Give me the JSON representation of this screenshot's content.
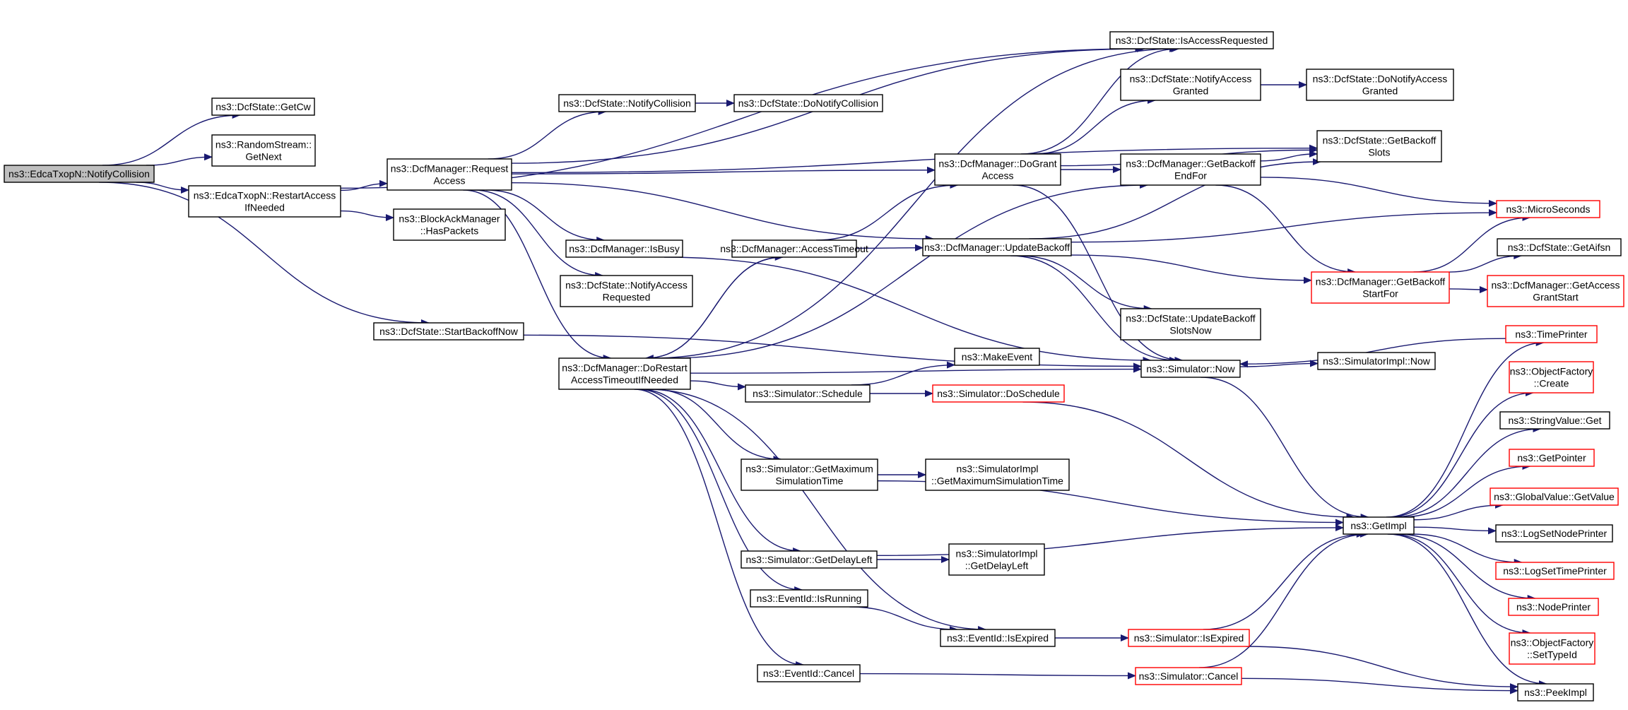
{
  "colors": {
    "edge": "#191970",
    "border": "#000000",
    "truncated_border": "#ff0000",
    "focus_fill": "#bfbfbf",
    "background": "#ffffff"
  },
  "nodes": {
    "edca_notify": {
      "lines": [
        "ns3::EdcaTxopN::NotifyCollision"
      ],
      "style": "focus"
    },
    "getcw": {
      "lines": [
        "ns3::DcfState::GetCw"
      ]
    },
    "rs_getnext": {
      "lines": [
        "ns3::RandomStream::",
        "GetNext"
      ]
    },
    "restart_access": {
      "lines": [
        "ns3::EdcaTxopN::RestartAccess",
        "IfNeeded"
      ]
    },
    "start_backoff": {
      "lines": [
        "ns3::DcfState::StartBackoffNow"
      ]
    },
    "request_access": {
      "lines": [
        "ns3::DcfManager::Request",
        "Access"
      ]
    },
    "hasp": {
      "lines": [
        "ns3::BlockAckManager",
        "::HasPackets"
      ]
    },
    "notify_collision": {
      "lines": [
        "ns3::DcfState::NotifyCollision"
      ]
    },
    "do_notify_collision": {
      "lines": [
        "ns3::DcfState::DoNotifyCollision"
      ]
    },
    "is_busy": {
      "lines": [
        "ns3::DcfManager::IsBusy"
      ]
    },
    "notify_access_req": {
      "lines": [
        "ns3::DcfState::NotifyAccess",
        "Requested"
      ]
    },
    "do_restart": {
      "lines": [
        "ns3::DcfManager::DoRestart",
        "AccessTimeoutIfNeeded"
      ]
    },
    "access_timeout": {
      "lines": [
        "ns3::DcfManager::AccessTimeout"
      ]
    },
    "schedule": {
      "lines": [
        "ns3::Simulator::Schedule"
      ]
    },
    "get_max_sim": {
      "lines": [
        "ns3::Simulator::GetMaximum",
        "SimulationTime"
      ]
    },
    "get_delay_left": {
      "lines": [
        "ns3::Simulator::GetDelayLeft"
      ]
    },
    "is_running": {
      "lines": [
        "ns3::EventId::IsRunning"
      ]
    },
    "cancel": {
      "lines": [
        "ns3::EventId::Cancel"
      ]
    },
    "make_event": {
      "lines": [
        "ns3::MakeEvent"
      ]
    },
    "do_schedule": {
      "lines": [
        "ns3::Simulator::DoSchedule"
      ],
      "style": "truncated"
    },
    "simimpl_max": {
      "lines": [
        "ns3::SimulatorImpl",
        "::GetMaximumSimulationTime"
      ]
    },
    "simimpl_delay": {
      "lines": [
        "ns3::SimulatorImpl",
        "::GetDelayLeft"
      ]
    },
    "eid_expired": {
      "lines": [
        "ns3::EventId::IsExpired"
      ]
    },
    "do_grant": {
      "lines": [
        "ns3::DcfManager::DoGrant",
        "Access"
      ]
    },
    "update_backoff": {
      "lines": [
        "ns3::DcfManager::UpdateBackoff"
      ]
    },
    "is_access_req": {
      "lines": [
        "ns3::DcfState::IsAccessRequested"
      ]
    },
    "notify_granted": {
      "lines": [
        "ns3::DcfState::NotifyAccess",
        "Granted"
      ]
    },
    "getbackoff_end": {
      "lines": [
        "ns3::DcfManager::GetBackoff",
        "EndFor"
      ]
    },
    "update_slots_now": {
      "lines": [
        "ns3::DcfState::UpdateBackoff",
        "SlotsNow"
      ]
    },
    "sim_now": {
      "lines": [
        "ns3::Simulator::Now"
      ]
    },
    "sim_is_expired": {
      "lines": [
        "ns3::Simulator::IsExpired"
      ],
      "style": "truncated"
    },
    "sim_cancel": {
      "lines": [
        "ns3::Simulator::Cancel"
      ],
      "style": "truncated"
    },
    "do_notify_granted": {
      "lines": [
        "ns3::DcfState::DoNotifyAccess",
        "Granted"
      ]
    },
    "getbackoff_slots": {
      "lines": [
        "ns3::DcfState::GetBackoff",
        "Slots"
      ]
    },
    "getbackoff_start": {
      "lines": [
        "ns3::DcfManager::GetBackoff",
        "StartFor"
      ],
      "style": "truncated"
    },
    "simimpl_now": {
      "lines": [
        "ns3::SimulatorImpl::Now"
      ]
    },
    "getimpl": {
      "lines": [
        "ns3::GetImpl"
      ]
    },
    "microseconds": {
      "lines": [
        "ns3::MicroSeconds"
      ],
      "style": "truncated"
    },
    "get_aifsn": {
      "lines": [
        "ns3::DcfState::GetAifsn"
      ]
    },
    "get_access_grant": {
      "lines": [
        "ns3::DcfManager::GetAccess",
        "GrantStart"
      ],
      "style": "truncated"
    },
    "time_printer": {
      "lines": [
        "ns3::TimePrinter"
      ],
      "style": "truncated"
    },
    "of_create": {
      "lines": [
        "ns3::ObjectFactory",
        "::Create"
      ],
      "style": "truncated"
    },
    "stringvalue_get": {
      "lines": [
        "ns3::StringValue::Get"
      ]
    },
    "get_pointer": {
      "lines": [
        "ns3::GetPointer"
      ],
      "style": "truncated"
    },
    "globalvalue_get": {
      "lines": [
        "ns3::GlobalValue::GetValue"
      ],
      "style": "truncated"
    },
    "log_node_printer": {
      "lines": [
        "ns3::LogSetNodePrinter"
      ]
    },
    "log_time_printer": {
      "lines": [
        "ns3::LogSetTimePrinter"
      ],
      "style": "truncated"
    },
    "node_printer": {
      "lines": [
        "ns3::NodePrinter"
      ],
      "style": "truncated"
    },
    "of_settypeid": {
      "lines": [
        "ns3::ObjectFactory",
        "::SetTypeId"
      ],
      "style": "truncated"
    },
    "peek_impl": {
      "lines": [
        "ns3::PeekImpl"
      ]
    }
  },
  "edges": [
    [
      "edca_notify",
      "getcw"
    ],
    [
      "edca_notify",
      "rs_getnext"
    ],
    [
      "edca_notify",
      "restart_access"
    ],
    [
      "edca_notify",
      "start_backoff"
    ],
    [
      "restart_access",
      "request_access"
    ],
    [
      "restart_access",
      "hasp"
    ],
    [
      "restart_access",
      "is_access_req"
    ],
    [
      "start_backoff",
      "sim_now"
    ],
    [
      "request_access",
      "notify_collision"
    ],
    [
      "request_access",
      "is_busy"
    ],
    [
      "request_access",
      "notify_access_req"
    ],
    [
      "request_access",
      "do_restart"
    ],
    [
      "request_access",
      "do_grant"
    ],
    [
      "request_access",
      "update_backoff"
    ],
    [
      "request_access",
      "is_access_req"
    ],
    [
      "request_access",
      "getbackoff_slots"
    ],
    [
      "notify_collision",
      "do_notify_collision"
    ],
    [
      "is_busy",
      "sim_now"
    ],
    [
      "do_restart",
      "access_timeout"
    ],
    [
      "do_restart",
      "schedule"
    ],
    [
      "do_restart",
      "get_max_sim"
    ],
    [
      "do_restart",
      "get_delay_left"
    ],
    [
      "do_restart",
      "is_running"
    ],
    [
      "do_restart",
      "cancel"
    ],
    [
      "do_restart",
      "eid_expired"
    ],
    [
      "do_restart",
      "sim_now"
    ],
    [
      "do_restart",
      "getbackoff_end"
    ],
    [
      "do_restart",
      "is_access_req"
    ],
    [
      "access_timeout",
      "do_restart"
    ],
    [
      "access_timeout",
      "do_grant"
    ],
    [
      "access_timeout",
      "update_backoff"
    ],
    [
      "schedule",
      "make_event"
    ],
    [
      "schedule",
      "do_schedule"
    ],
    [
      "get_max_sim",
      "simimpl_max"
    ],
    [
      "get_max_sim",
      "getimpl"
    ],
    [
      "get_delay_left",
      "simimpl_delay"
    ],
    [
      "get_delay_left",
      "getimpl"
    ],
    [
      "is_running",
      "eid_expired"
    ],
    [
      "cancel",
      "sim_cancel"
    ],
    [
      "do_schedule",
      "getimpl"
    ],
    [
      "eid_expired",
      "sim_is_expired"
    ],
    [
      "do_grant",
      "is_access_req"
    ],
    [
      "do_grant",
      "notify_granted"
    ],
    [
      "do_grant",
      "getbackoff_slots"
    ],
    [
      "do_grant",
      "getbackoff_end"
    ],
    [
      "do_grant",
      "sim_now"
    ],
    [
      "update_backoff",
      "getbackoff_start"
    ],
    [
      "update_backoff",
      "update_slots_now"
    ],
    [
      "update_backoff",
      "sim_now"
    ],
    [
      "update_backoff",
      "microseconds"
    ],
    [
      "update_backoff",
      "getbackoff_slots"
    ],
    [
      "notify_granted",
      "do_notify_granted"
    ],
    [
      "getbackoff_end",
      "getbackoff_slots"
    ],
    [
      "getbackoff_end",
      "microseconds"
    ],
    [
      "getbackoff_end",
      "getbackoff_start"
    ],
    [
      "getbackoff_start",
      "microseconds"
    ],
    [
      "getbackoff_start",
      "get_aifsn"
    ],
    [
      "getbackoff_start",
      "get_access_grant"
    ],
    [
      "sim_now",
      "simimpl_now"
    ],
    [
      "sim_now",
      "getimpl"
    ],
    [
      "sim_is_expired",
      "getimpl"
    ],
    [
      "sim_is_expired",
      "peek_impl"
    ],
    [
      "sim_cancel",
      "getimpl"
    ],
    [
      "sim_cancel",
      "peek_impl"
    ],
    [
      "time_printer",
      "sim_now"
    ],
    [
      "getimpl",
      "time_printer"
    ],
    [
      "getimpl",
      "of_create"
    ],
    [
      "getimpl",
      "stringvalue_get"
    ],
    [
      "getimpl",
      "get_pointer"
    ],
    [
      "getimpl",
      "globalvalue_get"
    ],
    [
      "getimpl",
      "log_node_printer"
    ],
    [
      "getimpl",
      "log_time_printer"
    ],
    [
      "getimpl",
      "node_printer"
    ],
    [
      "getimpl",
      "of_settypeid"
    ],
    [
      "getimpl",
      "peek_impl"
    ]
  ]
}
